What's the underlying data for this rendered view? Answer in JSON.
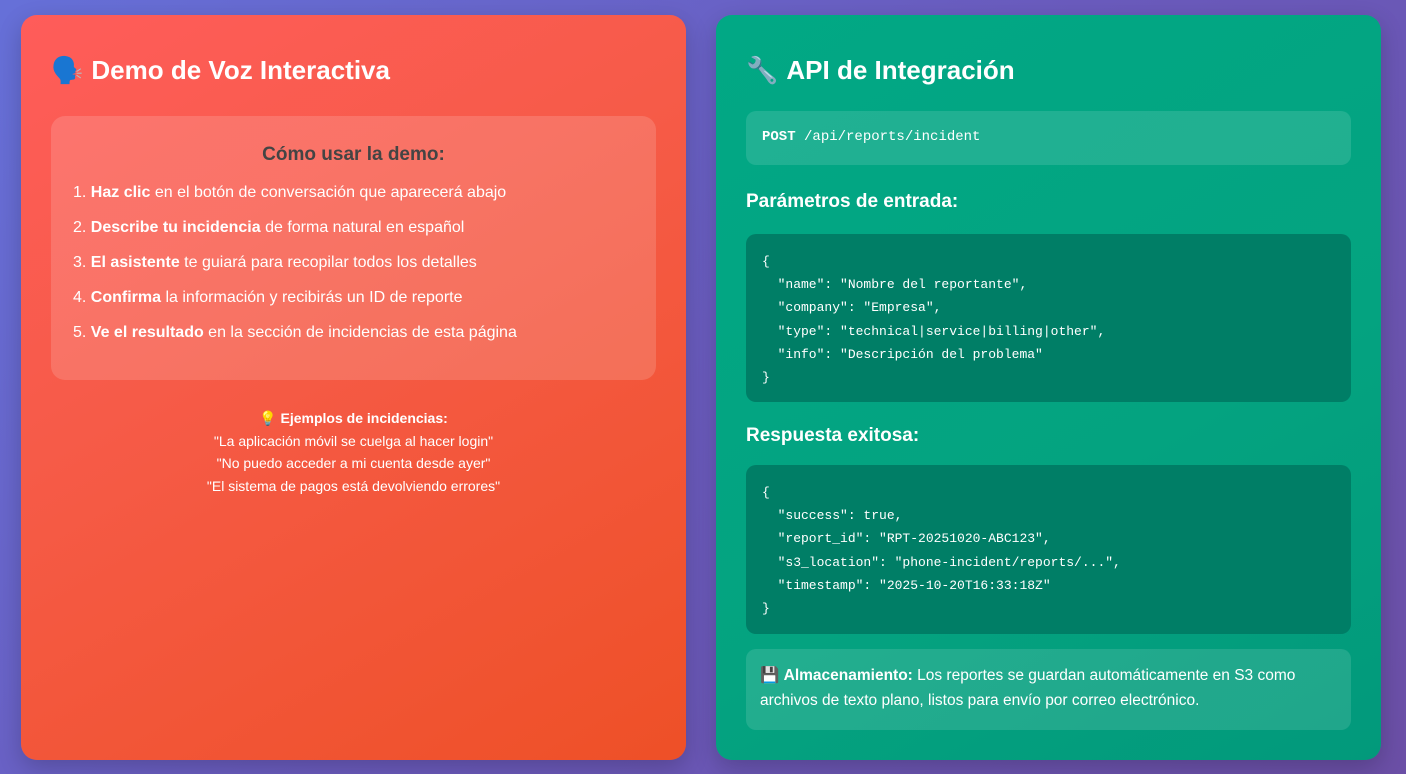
{
  "demo": {
    "icon": "speaking-head-icon",
    "title": "Demo de Voz Interactiva",
    "howto_title": "Cómo usar la demo:",
    "steps": [
      {
        "num": "1.",
        "bold": "Haz clic",
        "text": " en el botón de conversación que aparecerá abajo"
      },
      {
        "num": "2.",
        "bold": "Describe tu incidencia",
        "text": " de forma natural en español"
      },
      {
        "num": "3.",
        "bold": "El asistente",
        "text": " te guiará para recopilar todos los detalles"
      },
      {
        "num": "4.",
        "bold": "Confirma",
        "text": " la información y recibirás un ID de reporte"
      },
      {
        "num": "5.",
        "bold": "Ve el resultado",
        "text": " en la sección de incidencias de esta página"
      }
    ],
    "examples_icon": "lightbulb-icon",
    "examples_title": "Ejemplos de incidencias:",
    "examples": [
      "\"La aplicación móvil se cuelga al hacer login\"",
      "\"No puedo acceder a mi cuenta desde ayer\"",
      "\"El sistema de pagos está devolviendo errores\""
    ]
  },
  "api": {
    "icon": "wrench-icon",
    "title": "API de Integración",
    "method": "POST",
    "path": "/api/reports/incident",
    "params_title": "Parámetros de entrada:",
    "params_code": [
      "{",
      "  \"name\": \"Nombre del reportante\",",
      "  \"company\": \"Empresa\",",
      "  \"type\": \"technical|service|billing|other\",",
      "  \"info\": \"Descripción del problema\"",
      "}"
    ],
    "response_title": "Respuesta exitosa:",
    "response_code": [
      "{",
      "  \"success\": true,",
      "  \"report_id\": \"RPT-20251020-ABC123\",",
      "  \"s3_location\": \"phone-incident/reports/...\",",
      "  \"timestamp\": \"2025-10-20T16:33:18Z\"",
      "}"
    ],
    "storage_icon": "floppy-disk-icon",
    "storage_label": "Almacenamiento:",
    "storage_text": " Los reportes se guardan automáticamente en S3 como archivos de texto plano, listos para envío por correo electrónico."
  }
}
